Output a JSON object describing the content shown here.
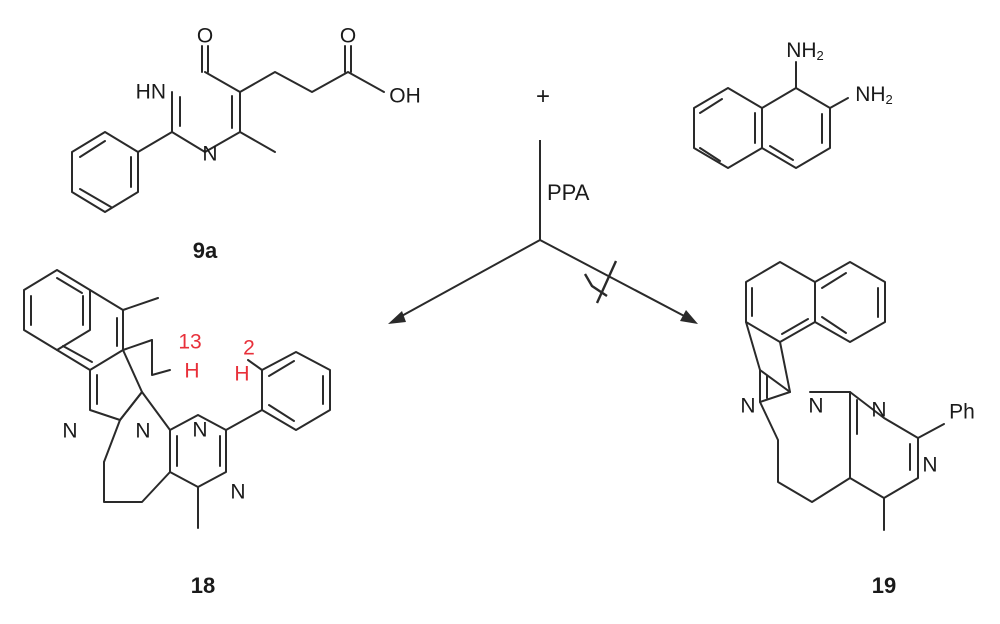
{
  "labels": {
    "reactant_acid": "9a",
    "product_formed": "18",
    "product_not_formed": "19"
  },
  "reagents": {
    "plus": "+",
    "conditions": "PPA"
  },
  "atoms": {
    "O": "O",
    "NH": "HN",
    "N": "N",
    "OH": "OH",
    "H": "H",
    "NH2_main": "NH",
    "NH2_sub": "2",
    "Ph": "Ph"
  },
  "annotations": {
    "h13": "13",
    "h2": "2"
  },
  "colors": {
    "ink": "#2a2a2a",
    "annotation": "#e8303a"
  }
}
